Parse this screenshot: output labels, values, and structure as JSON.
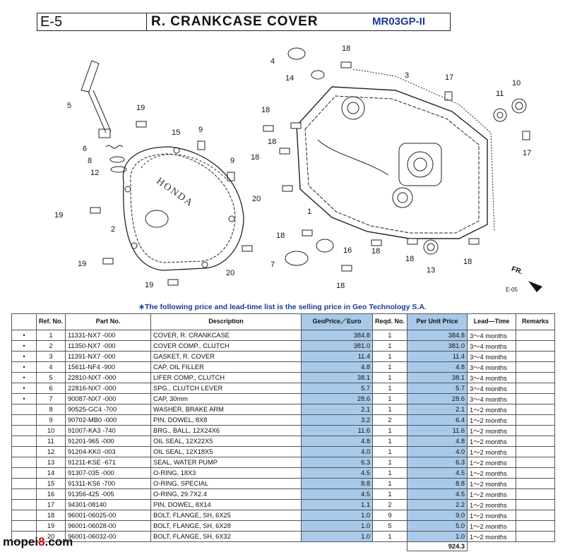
{
  "header": {
    "section": "E-5",
    "title": "R. CRANKCASE COVER",
    "model": "MR03GP-II"
  },
  "diagram": {
    "callouts": [
      "1",
      "2",
      "3",
      "4",
      "5",
      "6",
      "7",
      "8",
      "9",
      "9",
      "10",
      "11",
      "12",
      "13",
      "14",
      "15",
      "16",
      "17",
      "17",
      "18",
      "18",
      "18",
      "18",
      "18",
      "18",
      "18",
      "18",
      "18",
      "19",
      "19",
      "19",
      "19",
      "20"
    ],
    "logo_text": "HONDA",
    "fr_label": "FR.",
    "page_code": "E-05"
  },
  "note": "∗The following price and lead-time list is the selling price in Geo Technology S.A.",
  "table": {
    "headers": [
      "Ref. No.",
      "Part No.",
      "Description",
      "GeoPrice／Euro",
      "Reqd. No.",
      "Per Unit Price",
      "Lead—Time",
      "Remarks"
    ],
    "rows": [
      {
        "mark": "•",
        "ref": "1",
        "part": "11331-NX7 -000",
        "desc": "COVER, R. CRANKCASE",
        "geo": "384.8",
        "qty": "1",
        "unit": "384.8",
        "lead": "3〜4 months"
      },
      {
        "mark": "•",
        "ref": "2",
        "part": "11350-NX7 -000",
        "desc": "COVER COMP., CLUTCH",
        "geo": "381.0",
        "qty": "1",
        "unit": "381.0",
        "lead": "3〜4 months"
      },
      {
        "mark": "•",
        "ref": "3",
        "part": "11391-NX7 -000",
        "desc": "GASKET, R. COVER",
        "geo": "11.4",
        "qty": "1",
        "unit": "11.4",
        "lead": "3〜4 months"
      },
      {
        "mark": "•",
        "ref": "4",
        "part": "15611-NF4 -900",
        "desc": "CAP, OIL FILLER",
        "geo": "4.8",
        "qty": "1",
        "unit": "4.8",
        "lead": "3〜4 months"
      },
      {
        "mark": "•",
        "ref": "5",
        "part": "22810-NX7 -000",
        "desc": "LIFER COMP., CLUTCH",
        "geo": "38.1",
        "qty": "1",
        "unit": "38.1",
        "lead": "3〜4 months"
      },
      {
        "mark": "•",
        "ref": "6",
        "part": "22816-NX7 -000",
        "desc": "SPG., CLUTCH LEVER",
        "geo": "5.7",
        "qty": "1",
        "unit": "5.7",
        "lead": "3〜4 months"
      },
      {
        "mark": "•",
        "ref": "7",
        "part": "90087-NX7 -000",
        "desc": "CAP, 30mm",
        "geo": "28.6",
        "qty": "1",
        "unit": "28.6",
        "lead": "3〜4 months"
      },
      {
        "mark": "",
        "ref": "8",
        "part": "90525-GC4 -700",
        "desc": "WASHER, BRAKE ARM",
        "geo": "2.1",
        "qty": "1",
        "unit": "2.1",
        "lead": "1〜2 months"
      },
      {
        "mark": "",
        "ref": "9",
        "part": "90702-MB0 -000",
        "desc": "PIN, DOWEL, 8X8",
        "geo": "3.2",
        "qty": "2",
        "unit": "6.4",
        "lead": "1〜2 months"
      },
      {
        "mark": "",
        "ref": "10",
        "part": "91007-KA3 -740",
        "desc": "BRG., BALL, 12X24X6",
        "geo": "11.6",
        "qty": "1",
        "unit": "11.6",
        "lead": "1〜2 months"
      },
      {
        "mark": "",
        "ref": "11",
        "part": "91201-965 -000",
        "desc": "OIL SEAL, 12X22X5",
        "geo": "4.8",
        "qty": "1",
        "unit": "4.8",
        "lead": "1〜2 months"
      },
      {
        "mark": "",
        "ref": "12",
        "part": "91204-KK0 -003",
        "desc": "OIL SEAL, 12X18X5",
        "geo": "4.0",
        "qty": "1",
        "unit": "4.0",
        "lead": "1〜2 months"
      },
      {
        "mark": "",
        "ref": "13",
        "part": "91211-KSE -671",
        "desc": "SEAL, WATER PUMP",
        "geo": "6.3",
        "qty": "1",
        "unit": "6.3",
        "lead": "1〜2 months"
      },
      {
        "mark": "",
        "ref": "14",
        "part": "91307-035 -000",
        "desc": "O-RING, 18X3",
        "geo": "4.5",
        "qty": "1",
        "unit": "4.5",
        "lead": "1〜2 months"
      },
      {
        "mark": "",
        "ref": "15",
        "part": "91311-KS6 -700",
        "desc": "O-RING, SPECIAL",
        "geo": "8.8",
        "qty": "1",
        "unit": "8.8",
        "lead": "1〜2 months"
      },
      {
        "mark": "",
        "ref": "16",
        "part": "91356-425 -005",
        "desc": "O-RING, 29.7X2.4",
        "geo": "4.5",
        "qty": "1",
        "unit": "4.5",
        "lead": "1〜2 months"
      },
      {
        "mark": "",
        "ref": "17",
        "part": "94301-08140",
        "desc": "PIN, DOWEL, 8X14",
        "geo": "1.1",
        "qty": "2",
        "unit": "2.2",
        "lead": "1〜2 months"
      },
      {
        "mark": "",
        "ref": "18",
        "part": "96001-06025-00",
        "desc": "BOLT, FLANGE, SH, 6X25",
        "geo": "1.0",
        "qty": "9",
        "unit": "9.0",
        "lead": "1〜2 months"
      },
      {
        "mark": "",
        "ref": "19",
        "part": "96001-06028-00",
        "desc": "BOLT, FLANGE, SH, 6X28",
        "geo": "1.0",
        "qty": "5",
        "unit": "5.0",
        "lead": "1〜2 months"
      },
      {
        "mark": "",
        "ref": "20",
        "part": "96001-06032-00",
        "desc": "BOLT, FLANGE, SH, 6X32",
        "geo": "1.0",
        "qty": "1",
        "unit": "1.0",
        "lead": "1〜2 months"
      }
    ],
    "total": "924.3"
  },
  "footer": {
    "brand_a": "mopei",
    "brand_b": "8",
    "brand_c": ".com"
  }
}
